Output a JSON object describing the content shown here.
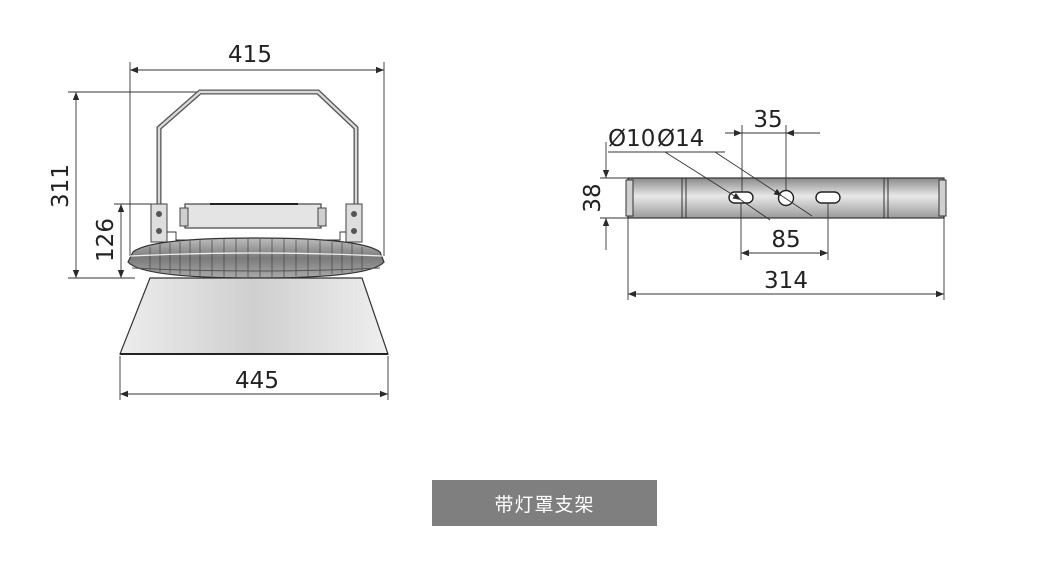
{
  "front_view": {
    "width_top": "415",
    "height_total": "311",
    "height_body": "126",
    "width_bottom": "445"
  },
  "side_view": {
    "hole_small": "Ø10",
    "hole_large": "Ø14",
    "gap_top": "35",
    "height": "38",
    "slot_span": "85",
    "length": "314"
  },
  "caption": "带灯罩支架",
  "colors": {
    "caption_bg": "#7f7f7f",
    "caption_text": "#ffffff",
    "line": "#2a2a2a"
  }
}
